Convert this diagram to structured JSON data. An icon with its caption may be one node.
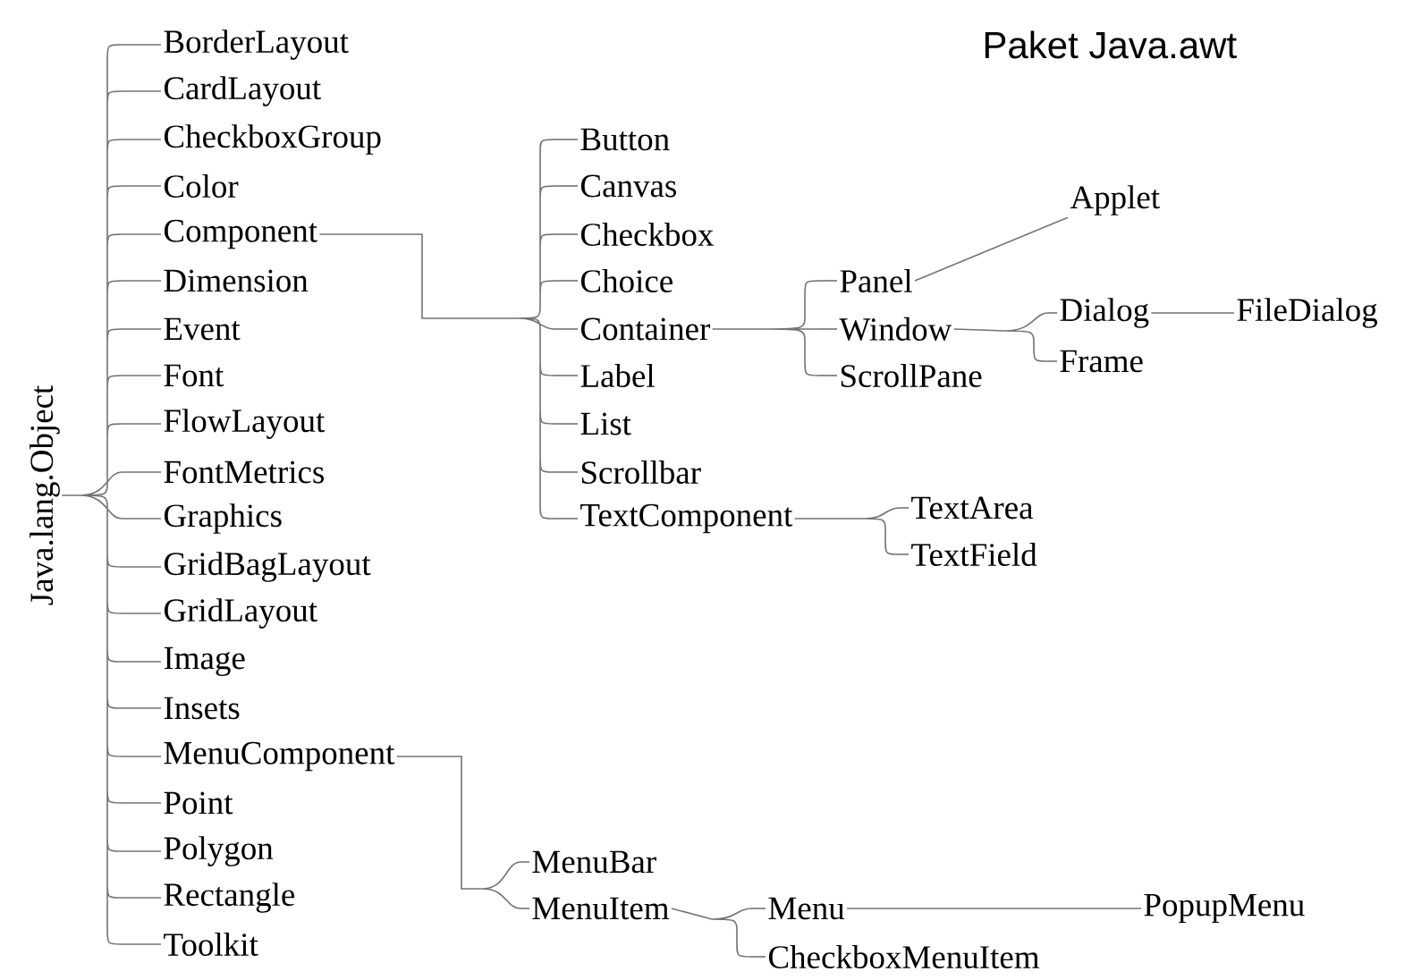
{
  "diagram": {
    "title": "Paket Java.awt",
    "nodes": [
      {
        "text": [
          "Java.lang.Object"
        ]
      },
      {
        "text": [
          "BorderLayout"
        ]
      },
      {
        "text": [
          "CardLayout"
        ]
      },
      {
        "text": [
          "CheckboxGroup"
        ]
      },
      {
        "text": [
          "Color"
        ]
      },
      {
        "text": [
          "Component"
        ]
      },
      {
        "text": [
          "Dimension"
        ]
      },
      {
        "text": [
          "Event"
        ]
      },
      {
        "text": [
          "Font"
        ]
      },
      {
        "text": [
          "FlowLayout"
        ]
      },
      {
        "text": [
          "FontMetrics"
        ]
      },
      {
        "text": [
          "Graphics"
        ]
      },
      {
        "text": [
          "GridBagLayout"
        ]
      },
      {
        "text": [
          "GridLayout"
        ]
      },
      {
        "text": [
          "Image"
        ]
      },
      {
        "text": [
          "Insets"
        ]
      },
      {
        "text": [
          "MenuComponent"
        ]
      },
      {
        "text": [
          "Point"
        ]
      },
      {
        "text": [
          "Polygon"
        ]
      },
      {
        "text": [
          "Rectangle"
        ]
      },
      {
        "text": [
          "Toolkit"
        ]
      },
      {
        "text": [
          "Button"
        ]
      },
      {
        "text": [
          "Canvas"
        ]
      },
      {
        "text": [
          "Checkbox"
        ]
      },
      {
        "text": [
          "Choice"
        ]
      },
      {
        "text": [
          "Container"
        ]
      },
      {
        "text": [
          "Label"
        ]
      },
      {
        "text": [
          "List"
        ]
      },
      {
        "text": [
          "Scrollbar"
        ]
      },
      {
        "text": [
          "TextComponent"
        ]
      },
      {
        "text": [
          "Applet"
        ]
      },
      {
        "text": [
          "Panel"
        ]
      },
      {
        "text": [
          "Window"
        ]
      },
      {
        "text": [
          "ScrollPane"
        ]
      },
      {
        "text": [
          "Dialog"
        ]
      },
      {
        "text": [
          "FileDialog"
        ]
      },
      {
        "text": [
          "Frame"
        ]
      },
      {
        "text": [
          "TextArea"
        ]
      },
      {
        "text": [
          "TextField"
        ]
      },
      {
        "text": [
          "MenuBar"
        ]
      },
      {
        "text": [
          "MenuItem"
        ]
      },
      {
        "text": [
          "Menu"
        ]
      },
      {
        "text": [
          "PopupMenu"
        ]
      },
      {
        "text": [
          "CheckboxMenuItem"
        ]
      }
    ],
    "edges": [
      {
        "from": 0,
        "to": 1,
        "arrow": "none"
      },
      {
        "from": 0,
        "to": 2,
        "arrow": "none"
      },
      {
        "from": 0,
        "to": 3,
        "arrow": "none"
      },
      {
        "from": 0,
        "to": 4,
        "arrow": "none"
      },
      {
        "from": 0,
        "to": 5,
        "arrow": "none"
      },
      {
        "from": 0,
        "to": 6,
        "arrow": "none"
      },
      {
        "from": 0,
        "to": 7,
        "arrow": "none"
      },
      {
        "from": 0,
        "to": 8,
        "arrow": "none"
      },
      {
        "from": 0,
        "to": 9,
        "arrow": "none"
      },
      {
        "from": 0,
        "to": 10,
        "arrow": "none"
      },
      {
        "from": 0,
        "to": 11,
        "arrow": "none"
      },
      {
        "from": 0,
        "to": 12,
        "arrow": "none"
      },
      {
        "from": 0,
        "to": 13,
        "arrow": "none"
      },
      {
        "from": 0,
        "to": 14,
        "arrow": "none"
      },
      {
        "from": 0,
        "to": 15,
        "arrow": "none"
      },
      {
        "from": 0,
        "to": 16,
        "arrow": "none"
      },
      {
        "from": 0,
        "to": 17,
        "arrow": "none"
      },
      {
        "from": 0,
        "to": 18,
        "arrow": "none"
      },
      {
        "from": 0,
        "to": 19,
        "arrow": "none"
      },
      {
        "from": 0,
        "to": 20,
        "arrow": "none"
      },
      {
        "from": 5,
        "to": 21,
        "arrow": "none"
      },
      {
        "from": 5,
        "to": 22,
        "arrow": "none"
      },
      {
        "from": 5,
        "to": 23,
        "arrow": "none"
      },
      {
        "from": 5,
        "to": 24,
        "arrow": "none"
      },
      {
        "from": 5,
        "to": 25,
        "arrow": "none"
      },
      {
        "from": 5,
        "to": 26,
        "arrow": "none"
      },
      {
        "from": 5,
        "to": 27,
        "arrow": "none"
      },
      {
        "from": 5,
        "to": 28,
        "arrow": "none"
      },
      {
        "from": 5,
        "to": 29,
        "arrow": "none"
      },
      {
        "from": 25,
        "to": 31,
        "arrow": "none"
      },
      {
        "from": 25,
        "to": 32,
        "arrow": "none"
      },
      {
        "from": 25,
        "to": 33,
        "arrow": "none"
      },
      {
        "from": 31,
        "to": 30,
        "arrow": "none"
      },
      {
        "from": 32,
        "to": 34,
        "arrow": "none"
      },
      {
        "from": 32,
        "to": 36,
        "arrow": "none"
      },
      {
        "from": 34,
        "to": 35,
        "arrow": "none"
      },
      {
        "from": 29,
        "to": 37,
        "arrow": "none"
      },
      {
        "from": 29,
        "to": 38,
        "arrow": "none"
      },
      {
        "from": 16,
        "to": 39,
        "arrow": "none"
      },
      {
        "from": 16,
        "to": 40,
        "arrow": "none"
      },
      {
        "from": 40,
        "to": 41,
        "arrow": "none"
      },
      {
        "from": 40,
        "to": 43,
        "arrow": "none"
      },
      {
        "from": 41,
        "to": 42,
        "arrow": "none"
      }
    ]
  }
}
